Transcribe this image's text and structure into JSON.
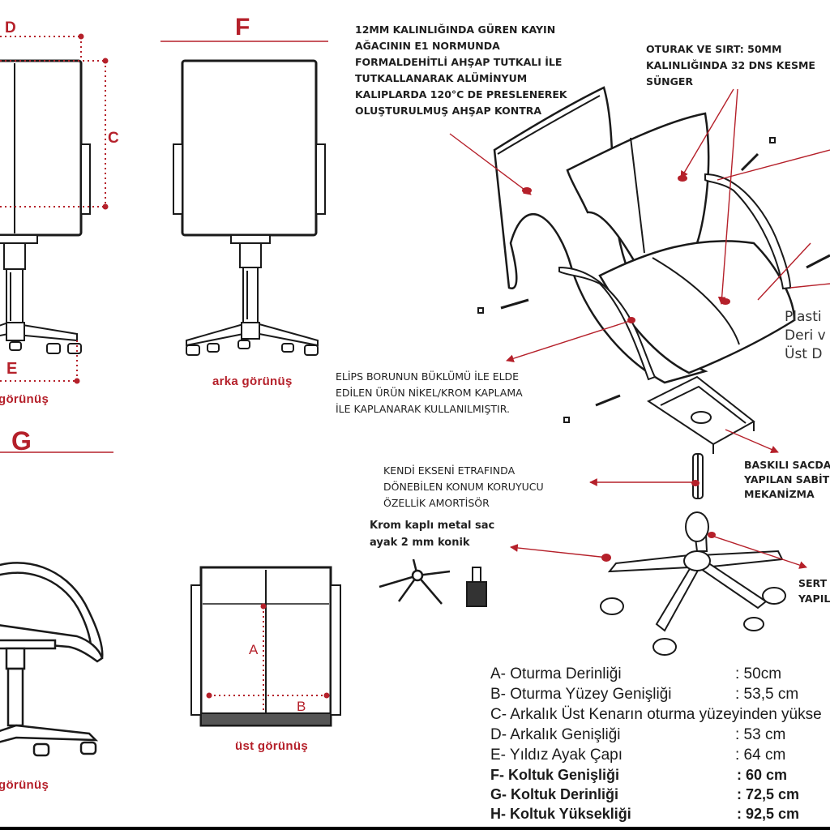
{
  "view_letters": {
    "d": "D",
    "c": "C",
    "f": "F",
    "e": "E",
    "g": "G",
    "a": "A",
    "b": "B"
  },
  "captions": {
    "front": "görünüş",
    "back": "arka görünüş",
    "side": "görünüş",
    "top": "üst görünüş"
  },
  "notes": {
    "plywood": [
      "12MM KALINLIĞINDA GÜREN KAYIN",
      "AĞACININ E1 NORMUNDA",
      "FORMALDEHİTLİ AHŞAP TUTKALI İLE",
      "TUTKALLANARAK ALÜMİNYUM",
      "KALIPLARDA 120°C DE PRESLENEREK",
      "OLUŞTURULMUŞ AHŞAP KONTRA"
    ],
    "foam": [
      "OTURAK VE SIRT: 50MM",
      "KALINLIĞINDA 32 DNS KESME",
      "SÜNGER"
    ],
    "armrest": [
      "ELİPS BORUNUN BÜKLÜMÜ İLE ELDE",
      "EDİLEN ÜRÜN NİKEL/KROM KAPLAMA",
      "İLE KAPLANARAK KULLANILMIŞTIR."
    ],
    "shock": [
      "KENDİ EKSENİ ETRAFINDA",
      "DÖNEBİLEN KONUM KORUYUCU",
      "ÖZELLİK AMORTİSÖR"
    ],
    "base": [
      "Krom kaplı metal sac",
      "ayak 2 mm konik"
    ],
    "upholstery": [
      "Plasti",
      "Deri v",
      "Üst D"
    ],
    "mechanism": [
      "BASKILI SACDAN",
      "YAPILAN SABİT",
      "MEKANİZMA"
    ],
    "caster": [
      "SERT P",
      "YAPILA"
    ]
  },
  "specs": [
    {
      "label": "A- Oturma Derinliği",
      "value": ": 50cm",
      "bold": false
    },
    {
      "label": "B- Oturma Yüzey Genişliği",
      "value": ": 53,5 cm",
      "bold": false
    },
    {
      "label": "C- Arkalık Üst Kenarın oturma yüzeyinden yükse",
      "value": "",
      "bold": false
    },
    {
      "label": "D- Arkalık Genişliği",
      "value": ": 53 cm",
      "bold": false
    },
    {
      "label": "E- Yıldız Ayak Çapı",
      "value": ": 64 cm",
      "bold": false
    },
    {
      "label": "F- Koltuk Genişliği",
      "value": ": 60 cm",
      "bold": true
    },
    {
      "label": "G- Koltuk Derinliği",
      "value": ": 72,5 cm",
      "bold": true
    },
    {
      "label": "H- Koltuk Yüksekliği",
      "value": ": 92,5 cm",
      "bold": true
    }
  ],
  "colors": {
    "accent": "#b5202a",
    "line": "#1a1a1a"
  }
}
